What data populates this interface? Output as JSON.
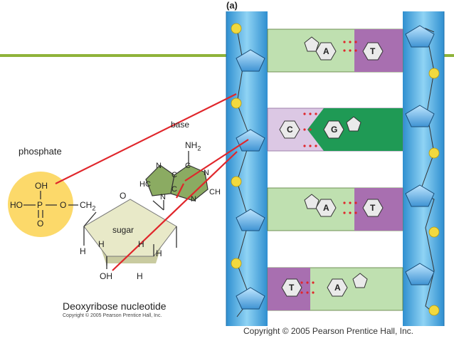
{
  "slide": {
    "colors": {
      "rule": "#8fb33a",
      "connector": "#e0262b"
    }
  },
  "nucleotide": {
    "phosphate_label": "phosphate",
    "base_label": "base",
    "sugar_label": "sugar",
    "title": "Deoxyribose nucleotide",
    "copyright": "Copyright © 2005 Pearson Prentice Hall, Inc.",
    "phosphate": {
      "oh_top": "OH",
      "ho_left": "HO",
      "p": "P",
      "o_bridge": "O",
      "ch2": "CH",
      "ch2_sub": "2",
      "o_bottom": "O"
    },
    "ring": {
      "o": "O",
      "h": "H",
      "oh": "OH"
    },
    "adenine": {
      "nh2": "NH",
      "nh2_sub": "2",
      "n": "N",
      "c": "C",
      "hc": "HC",
      "ch": "CH"
    },
    "colors": {
      "phosphate_circle": "#fcd96a",
      "sugar_top": "#e8e9c8",
      "sugar_side": "#c9cba0",
      "base_fill": "#8bab62"
    }
  },
  "dna_panel": {
    "label": "(a)",
    "copyright": "Copyright © 2005 Pearson Prentice Hall, Inc.",
    "pairs": [
      {
        "left": "A",
        "right": "T"
      },
      {
        "left": "C",
        "right": "G"
      },
      {
        "left": "A",
        "right": "T"
      },
      {
        "left": "T",
        "right": "A"
      }
    ],
    "colors": {
      "backbone": "#5ab4e4",
      "adenine": "#bfe0b0",
      "thymine": "#a86fb0",
      "cytosine": "#dcc8e4",
      "guanine": "#1f9a55",
      "phosphate": "#f2d93e",
      "sugar": "#4a9fd8"
    }
  }
}
